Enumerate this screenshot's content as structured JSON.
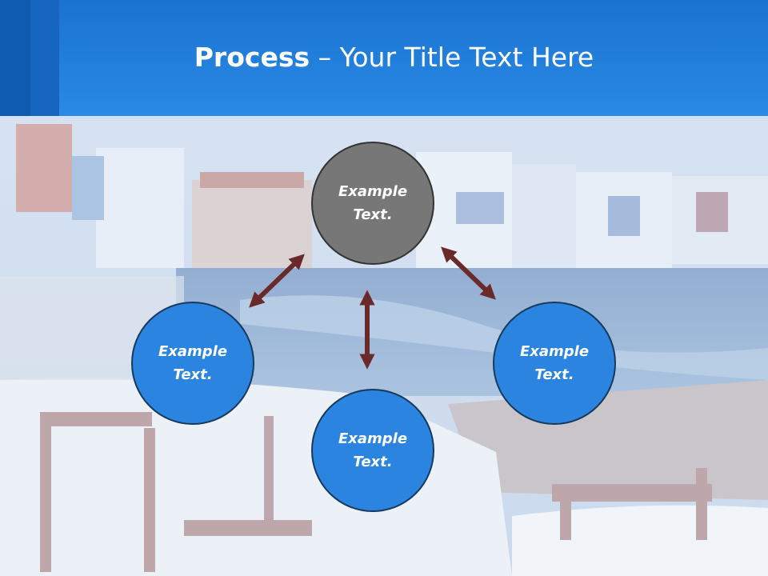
{
  "slide": {
    "title_bold": "Process",
    "title_rest": " – Your Title Text Here"
  },
  "process": {
    "center": "Example Text.",
    "left": "Example Text.",
    "right": "Example Text.",
    "bottom": "Example Text."
  },
  "colors": {
    "header": "#2a8ae6",
    "circle_blue": "#2b85e0",
    "circle_gray": "#777777",
    "arrow": "#6b2a2a"
  }
}
